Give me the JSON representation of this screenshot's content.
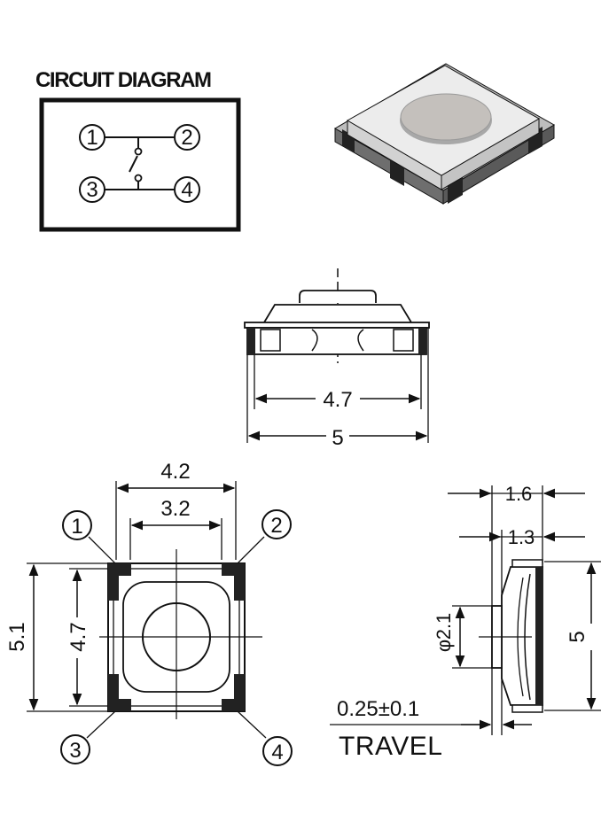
{
  "circuit": {
    "title": "CIRCUIT DIAGRAM",
    "pins": [
      "1",
      "2",
      "3",
      "4"
    ]
  },
  "front_view": {
    "dim_inner": "4.7",
    "dim_outer": "5"
  },
  "top_view": {
    "dim_width_outer": "4.2",
    "dim_width_inner": "3.2",
    "dim_height_outer": "5.1",
    "dim_height_inner": "4.7",
    "pins": [
      "1",
      "2",
      "3",
      "4"
    ]
  },
  "side_view": {
    "dim_total": "1.6",
    "dim_body": "1.3",
    "dim_plunger_prefix": "φ",
    "dim_plunger": "2.1",
    "dim_height": "5",
    "travel_value": "0.25±0.1",
    "travel_label": "TRAVEL"
  },
  "colors": {
    "ink": "#111111",
    "body_fill": "#e6e6e6",
    "plunger_fill": "#b9b9b9",
    "terminal_fill": "#222222"
  }
}
